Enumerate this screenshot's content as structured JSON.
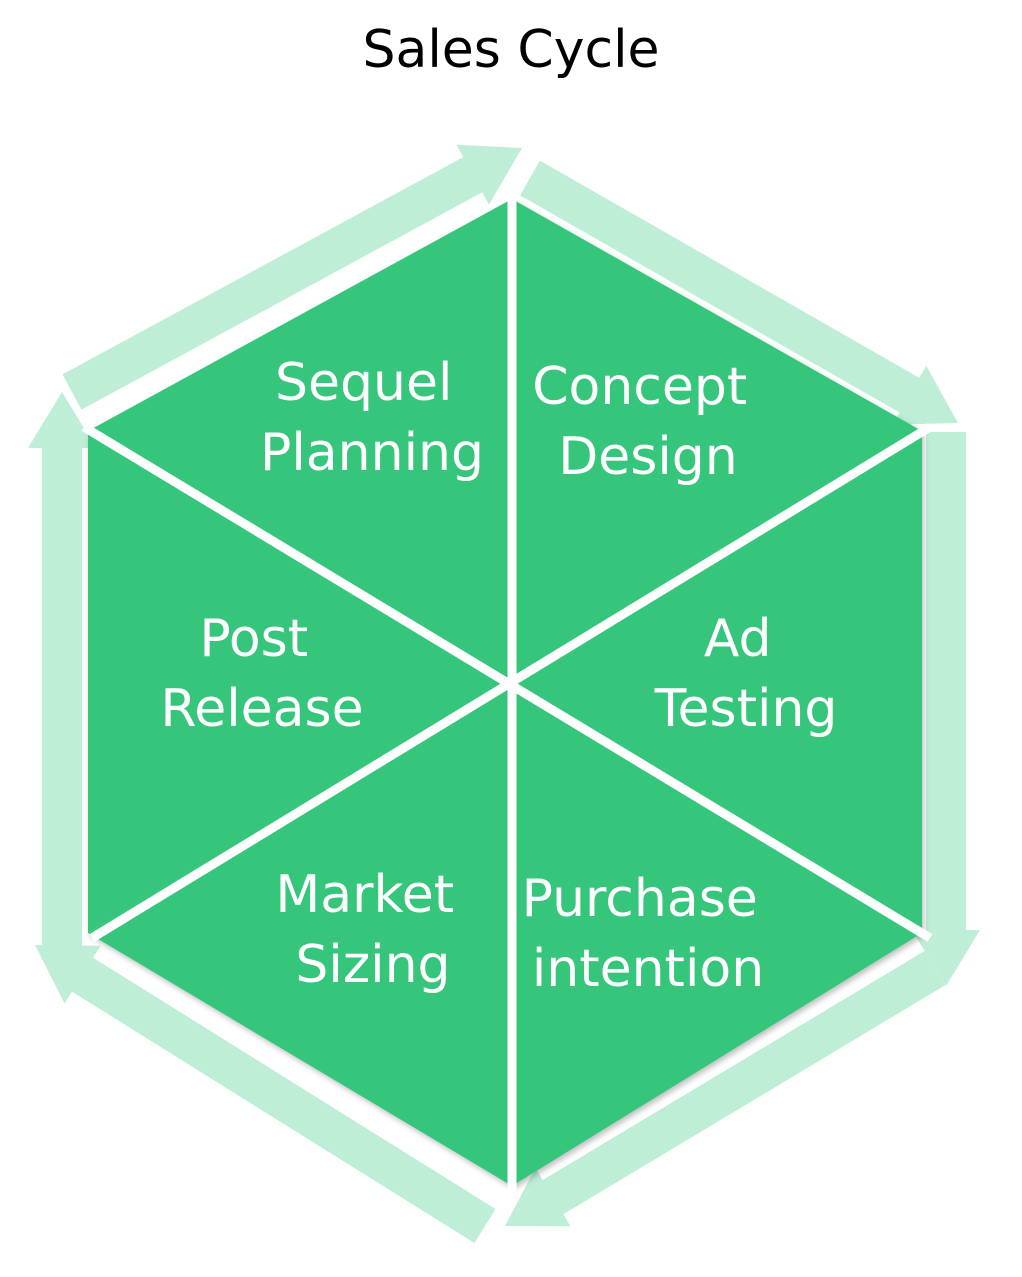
{
  "title": "Sales Cycle",
  "colors": {
    "segment_fill": "#35c67b",
    "arrow_fill": "#beeed6",
    "label_color": "#ffffff",
    "title_color": "#000000"
  },
  "segments": [
    {
      "id": "concept-design",
      "lines": [
        "Concept",
        "Design"
      ]
    },
    {
      "id": "ad-testing",
      "lines": [
        "Ad",
        "Testing"
      ]
    },
    {
      "id": "purchase-intention",
      "lines": [
        "Purchase",
        "intention"
      ]
    },
    {
      "id": "market-sizing",
      "lines": [
        "Market",
        "Sizing"
      ]
    },
    {
      "id": "post-release",
      "lines": [
        "Post",
        "Release"
      ]
    },
    {
      "id": "sequel-planning",
      "lines": [
        "Sequel",
        "Planning"
      ]
    }
  ],
  "cycle_direction": "clockwise"
}
